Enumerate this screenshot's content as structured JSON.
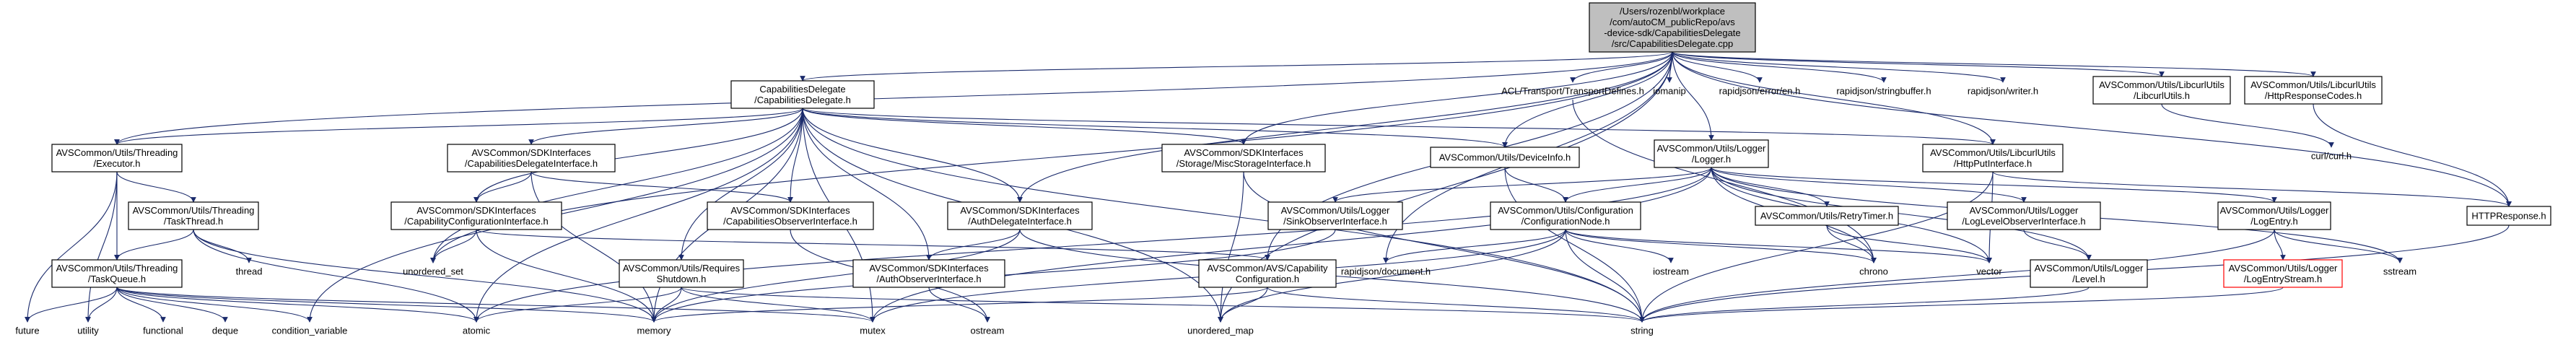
{
  "diagram": {
    "nodes": {
      "root": [
        "/Users/rozenbl/workplace",
        "/com/autoCM_publicRepo/avs",
        "-device-sdk/CapabilitiesDelegate",
        "/src/CapabilitiesDelegate.cpp"
      ],
      "cdh": [
        "CapabilitiesDelegate",
        "/CapabilitiesDelegate.h"
      ],
      "acl": [
        "ACL/Transport/TransportDefines.h"
      ],
      "iomanip": [
        "iomanip"
      ],
      "rj_error": [
        "rapidjson/error/en.h"
      ],
      "rj_sb": [
        "rapidjson/stringbuffer.h"
      ],
      "rj_writer": [
        "rapidjson/writer.h"
      ],
      "libcurlutils": [
        "AVSCommon/Utils/LibcurlUtils",
        "/LibcurlUtils.h"
      ],
      "httprespcodes": [
        "AVSCommon/Utils/LibcurlUtils",
        "/HttpResponseCodes.h"
      ],
      "executor": [
        "AVSCommon/Utils/Threading",
        "/Executor.h"
      ],
      "cdiface": [
        "AVSCommon/SDKInterfaces",
        "/CapabilitiesDelegateInterface.h"
      ],
      "miscstorage": [
        "AVSCommon/SDKInterfaces",
        "/Storage/MiscStorageInterface.h"
      ],
      "deviceinfo": [
        "AVSCommon/Utils/DeviceInfo.h"
      ],
      "logger": [
        "AVSCommon/Utils/Logger",
        "/Logger.h"
      ],
      "httpput": [
        "AVSCommon/Utils/LibcurlUtils",
        "/HttpPutInterface.h"
      ],
      "curl": [
        "curl/curl.h"
      ],
      "taskthread": [
        "AVSCommon/Utils/Threading",
        "/TaskThread.h"
      ],
      "capconfig": [
        "AVSCommon/SDKInterfaces",
        "/CapabilityConfigurationInterface.h"
      ],
      "capobs": [
        "AVSCommon/SDKInterfaces",
        "/CapabilitiesObserverInterface.h"
      ],
      "authdel": [
        "AVSCommon/SDKInterfaces",
        "/AuthDelegateInterface.h"
      ],
      "sinkobs": [
        "AVSCommon/Utils/Logger",
        "/SinkObserverInterface.h"
      ],
      "confignode": [
        "AVSCommon/Utils/Configuration",
        "/ConfigurationNode.h"
      ],
      "retrytimer": [
        "AVSCommon/Utils/RetryTimer.h"
      ],
      "loglevelobs": [
        "AVSCommon/Utils/Logger",
        "/LogLevelObserverInterface.h"
      ],
      "logentry": [
        "AVSCommon/Utils/Logger",
        "/LogEntry.h"
      ],
      "httpresponse": [
        "HTTPResponse.h"
      ],
      "thread": [
        "thread"
      ],
      "taskqueue": [
        "AVSCommon/Utils/Threading",
        "/TaskQueue.h"
      ],
      "unordered_set": [
        "unordered_set"
      ],
      "reqshutdown": [
        "AVSCommon/Utils/Requires",
        "Shutdown.h"
      ],
      "authobs": [
        "AVSCommon/SDKInterfaces",
        "/AuthObserverInterface.h"
      ],
      "capconfigh": [
        "AVSCommon/AVS/Capability",
        "Configuration.h"
      ],
      "rj_doc": [
        "rapidjson/document.h"
      ],
      "iostream": [
        "iostream"
      ],
      "chrono": [
        "chrono"
      ],
      "vector": [
        "vector"
      ],
      "level": [
        "AVSCommon/Utils/Logger",
        "/Level.h"
      ],
      "logentrystream": [
        "AVSCommon/Utils/Logger",
        "/LogEntryStream.h"
      ],
      "sstream": [
        "sstream"
      ],
      "future": [
        "future"
      ],
      "utility": [
        "utility"
      ],
      "functional": [
        "functional"
      ],
      "deque": [
        "deque"
      ],
      "condvar": [
        "condition_variable"
      ],
      "atomic": [
        "atomic"
      ],
      "memory": [
        "memory"
      ],
      "mutex": [
        "mutex"
      ],
      "ostream": [
        "ostream"
      ],
      "unordered_map": [
        "unordered_map"
      ],
      "string": [
        "string"
      ]
    },
    "edges": [
      [
        "root",
        "cdh"
      ],
      [
        "root",
        "acl"
      ],
      [
        "root",
        "iomanip"
      ],
      [
        "root",
        "rj_error"
      ],
      [
        "root",
        "rj_sb"
      ],
      [
        "root",
        "rj_writer"
      ],
      [
        "root",
        "libcurlutils"
      ],
      [
        "root",
        "httprespcodes"
      ],
      [
        "root",
        "httpresponse"
      ],
      [
        "root",
        "miscstorage"
      ],
      [
        "root",
        "deviceinfo"
      ],
      [
        "root",
        "logger"
      ],
      [
        "root",
        "httpput"
      ],
      [
        "root",
        "authdel"
      ],
      [
        "root",
        "unordered_set"
      ],
      [
        "root",
        "unordered_map"
      ],
      [
        "root",
        "capconfigh"
      ],
      [
        "root",
        "rj_doc"
      ],
      [
        "root",
        "executor"
      ],
      [
        "cdh",
        "executor"
      ],
      [
        "cdh",
        "cdiface"
      ],
      [
        "cdh",
        "miscstorage"
      ],
      [
        "cdh",
        "deviceinfo"
      ],
      [
        "cdh",
        "httpput"
      ],
      [
        "cdh",
        "capconfig"
      ],
      [
        "cdh",
        "capobs"
      ],
      [
        "cdh",
        "authdel"
      ],
      [
        "cdh",
        "reqshutdown"
      ],
      [
        "cdh",
        "authobs"
      ],
      [
        "cdh",
        "unordered_set"
      ],
      [
        "cdh",
        "condvar"
      ],
      [
        "cdh",
        "memory"
      ],
      [
        "cdh",
        "mutex"
      ],
      [
        "cdh",
        "unordered_map"
      ],
      [
        "cdh",
        "string"
      ],
      [
        "cdh",
        "atomic"
      ],
      [
        "acl",
        "chrono"
      ],
      [
        "libcurlutils",
        "curl"
      ],
      [
        "httprespcodes",
        "httpresponse"
      ],
      [
        "executor",
        "taskthread"
      ],
      [
        "executor",
        "taskqueue"
      ],
      [
        "executor",
        "future"
      ],
      [
        "executor",
        "utility"
      ],
      [
        "taskthread",
        "taskqueue"
      ],
      [
        "taskthread",
        "thread"
      ],
      [
        "taskthread",
        "atomic"
      ],
      [
        "taskthread",
        "memory"
      ],
      [
        "taskqueue",
        "future"
      ],
      [
        "taskqueue",
        "utility"
      ],
      [
        "taskqueue",
        "functional"
      ],
      [
        "taskqueue",
        "deque"
      ],
      [
        "taskqueue",
        "condvar"
      ],
      [
        "taskqueue",
        "atomic"
      ],
      [
        "taskqueue",
        "memory"
      ],
      [
        "taskqueue",
        "mutex"
      ],
      [
        "cdiface",
        "capconfig"
      ],
      [
        "cdiface",
        "capobs"
      ],
      [
        "cdiface",
        "memory"
      ],
      [
        "capconfig",
        "capconfigh"
      ],
      [
        "capconfig",
        "memory"
      ],
      [
        "capconfig",
        "unordered_set"
      ],
      [
        "capobs",
        "ostream"
      ],
      [
        "miscstorage",
        "unordered_map"
      ],
      [
        "miscstorage",
        "string"
      ],
      [
        "deviceinfo",
        "confignode"
      ],
      [
        "deviceinfo",
        "string"
      ],
      [
        "logger",
        "sinkobs"
      ],
      [
        "logger",
        "confignode"
      ],
      [
        "logger",
        "retrytimer"
      ],
      [
        "logger",
        "loglevelobs"
      ],
      [
        "logger",
        "logentry"
      ],
      [
        "logger",
        "level"
      ],
      [
        "logger",
        "atomic"
      ],
      [
        "logger",
        "chrono"
      ],
      [
        "logger",
        "vector"
      ],
      [
        "logger",
        "sstream"
      ],
      [
        "logger",
        "mutex"
      ],
      [
        "httpput",
        "httpresponse"
      ],
      [
        "httpput",
        "string"
      ],
      [
        "httpput",
        "vector"
      ],
      [
        "authdel",
        "authobs"
      ],
      [
        "authdel",
        "memory"
      ],
      [
        "authdel",
        "string"
      ],
      [
        "authobs",
        "ostream"
      ],
      [
        "reqshutdown",
        "atomic"
      ],
      [
        "reqshutdown",
        "memory"
      ],
      [
        "reqshutdown",
        "mutex"
      ],
      [
        "reqshutdown",
        "string"
      ],
      [
        "sinkobs",
        "memory"
      ],
      [
        "confignode",
        "rj_doc"
      ],
      [
        "confignode",
        "iostream"
      ],
      [
        "confignode",
        "chrono"
      ],
      [
        "confignode",
        "string"
      ],
      [
        "confignode",
        "unordered_map"
      ],
      [
        "confignode",
        "mutex"
      ],
      [
        "confignode",
        "vector"
      ],
      [
        "retrytimer",
        "chrono"
      ],
      [
        "retrytimer",
        "vector"
      ],
      [
        "loglevelobs",
        "level"
      ],
      [
        "logentry",
        "logentrystream"
      ],
      [
        "logentry",
        "sstream"
      ],
      [
        "logentry",
        "string"
      ],
      [
        "level",
        "string"
      ],
      [
        "logentrystream",
        "string"
      ],
      [
        "capconfigh",
        "string"
      ],
      [
        "capconfigh",
        "unordered_map"
      ],
      [
        "capconfigh",
        "memory"
      ],
      [
        "httpresponse",
        "string"
      ]
    ]
  }
}
